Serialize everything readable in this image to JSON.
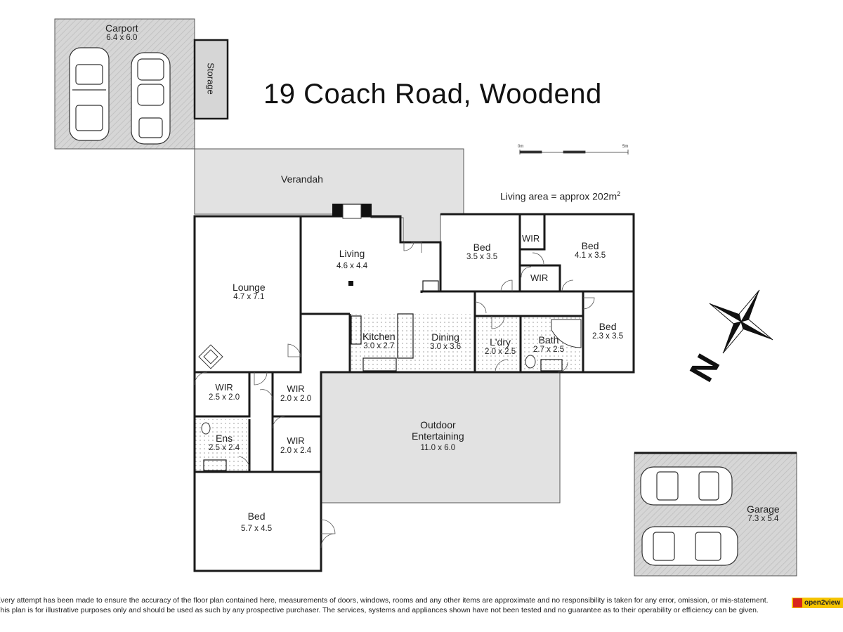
{
  "title": "19 Coach Road, Woodend",
  "living_area": {
    "text": "Living area = approx 202m",
    "sup": "2"
  },
  "scale": {
    "start": "0m",
    "end": "5m"
  },
  "rooms": {
    "carport": {
      "name": "Carport",
      "dims": "6.4 x 6.0"
    },
    "storage": {
      "name": "Storage"
    },
    "verandah": {
      "name": "Verandah"
    },
    "lounge": {
      "name": "Lounge",
      "dims": "4.7 x 7.1"
    },
    "living": {
      "name": "Living",
      "dims": "4.6 x 4.4"
    },
    "bed1": {
      "name": "Bed",
      "dims": "3.5 x 3.5"
    },
    "wir_top1": {
      "name": "WIR"
    },
    "bed2": {
      "name": "Bed",
      "dims": "4.1 x 3.5"
    },
    "wir_top2": {
      "name": "WIR"
    },
    "bed3": {
      "name": "Bed",
      "dims": "2.3 x 3.5"
    },
    "kitchen": {
      "name": "Kitchen",
      "dims": "3.0 x 2.7"
    },
    "dining": {
      "name": "Dining",
      "dims": "3.0 x 3.6"
    },
    "laundry": {
      "name": "L'dry",
      "dims": "2.0 x 2.5"
    },
    "bath": {
      "name": "Bath",
      "dims": "2.7 x 2.5"
    },
    "wir_a": {
      "name": "WIR",
      "dims": "2.5 x 2.0"
    },
    "wir_b": {
      "name": "WIR",
      "dims": "2.0 x 2.0"
    },
    "ens": {
      "name": "Ens",
      "dims": "2.5 x 2.4"
    },
    "wir_c": {
      "name": "WIR",
      "dims": "2.0 x 2.4"
    },
    "outdoor": {
      "name": "Outdoor",
      "name2": "Entertaining",
      "dims": "11.0 x 6.0"
    },
    "master": {
      "name": "Bed",
      "dims": "5.7 x 4.5"
    },
    "garage": {
      "name": "Garage",
      "dims": "7.3 x 5.4"
    }
  },
  "compass": {
    "letter": "N"
  },
  "disclaimer": {
    "line1": "Every attempt has been made to ensure the accuracy of the floor plan contained here, measurements of doors, windows, rooms and any other items are approximate and no responsibility is taken for any error, omission, or mis-statement.",
    "line2": "This plan is for illustrative purposes only and should be used as such by any prospective purchaser. The services, systems and appliances shown have not been tested and no guarantee as to their operability or efficiency can be given."
  },
  "logo": {
    "text": "open2view"
  },
  "colors": {
    "hatch": "#d4d4d4",
    "paved": "#e2e2e2",
    "wall": "#1a1a1a",
    "tile_dot": "#9a9a9a"
  }
}
